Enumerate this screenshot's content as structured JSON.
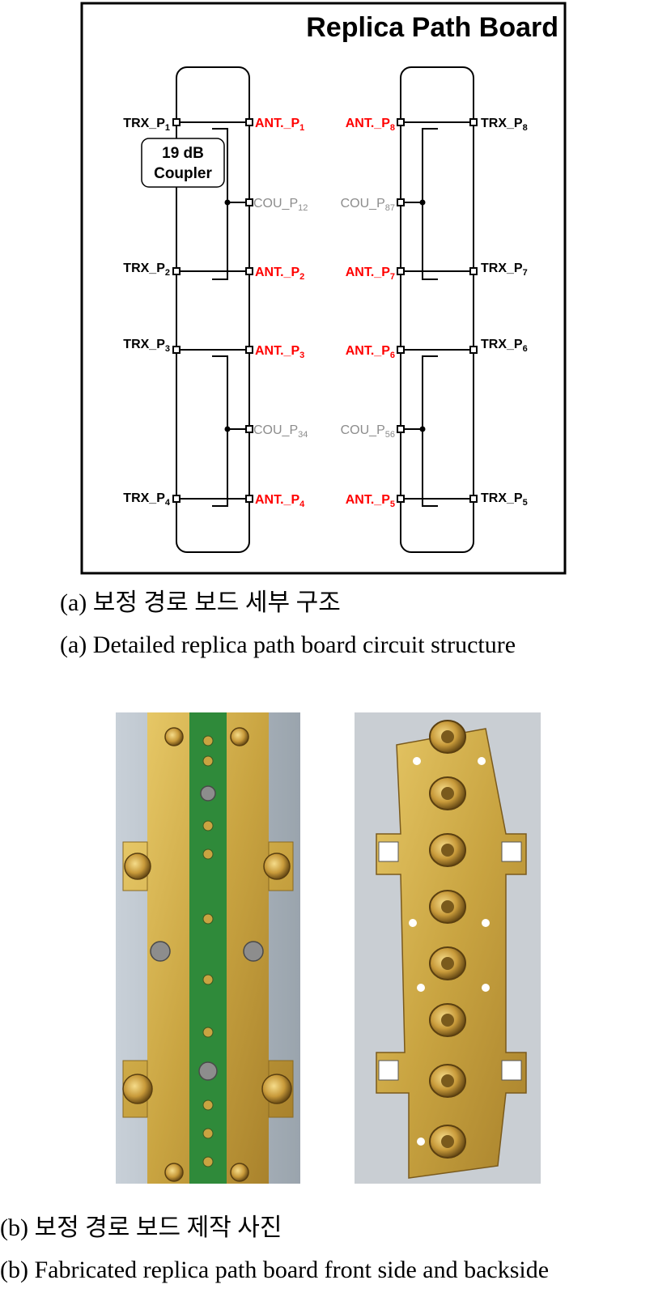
{
  "diagram": {
    "title": "Replica Path Board",
    "coupler_label_line1": "19 dB",
    "coupler_label_line2": "Coupler",
    "trx_left": [
      {
        "base": "TRX_P",
        "sub": "1"
      },
      {
        "base": "TRX_P",
        "sub": "2"
      },
      {
        "base": "TRX_P",
        "sub": "3"
      },
      {
        "base": "TRX_P",
        "sub": "4"
      }
    ],
    "ant_left": [
      {
        "base": "ANT._P",
        "sub": "1"
      },
      {
        "base": "ANT._P",
        "sub": "2"
      },
      {
        "base": "ANT._P",
        "sub": "3"
      },
      {
        "base": "ANT._P",
        "sub": "4"
      }
    ],
    "ant_right": [
      {
        "base": "ANT._P",
        "sub": "8"
      },
      {
        "base": "ANT._P",
        "sub": "7"
      },
      {
        "base": "ANT._P",
        "sub": "6"
      },
      {
        "base": "ANT._P",
        "sub": "5"
      }
    ],
    "trx_right": [
      {
        "base": "TRX_P",
        "sub": "8"
      },
      {
        "base": "TRX_P",
        "sub": "7"
      },
      {
        "base": "TRX_P",
        "sub": "6"
      },
      {
        "base": "TRX_P",
        "sub": "5"
      }
    ],
    "cou_left": [
      {
        "base": "COU_P",
        "sub": "12"
      },
      {
        "base": "COU_P",
        "sub": "34"
      }
    ],
    "cou_right": [
      {
        "base": "COU_P",
        "sub": "87"
      },
      {
        "base": "COU_P",
        "sub": "56"
      }
    ],
    "colors": {
      "ant": "#ff0000",
      "cou": "#8c8c8c",
      "line": "#000000"
    }
  },
  "captions": {
    "a_korean": "(a) 보정 경로 보드 세부 구조",
    "a_english": "(a) Detailed replica path board circuit structure",
    "b_korean": "(b) 보정 경로 보드 제작 사진",
    "b_english": "(b) Fabricated replica path board front side and backside"
  }
}
